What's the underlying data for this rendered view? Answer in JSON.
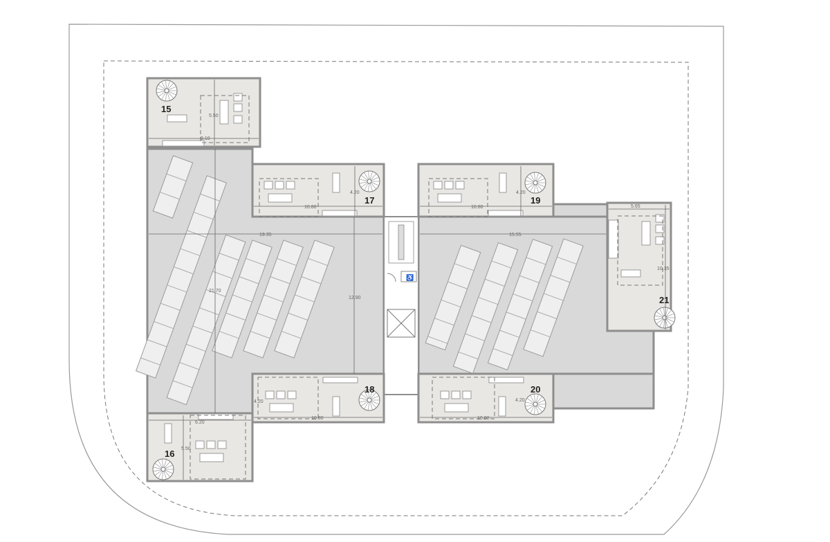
{
  "plan": {
    "units": [
      {
        "number": "15",
        "dims": [
          "5.50",
          "9.10"
        ]
      },
      {
        "number": "16",
        "dims": [
          "6.20",
          "5.50"
        ]
      },
      {
        "number": "17",
        "dims": [
          "4.20",
          "10.80"
        ]
      },
      {
        "number": "18",
        "dims": [
          "4.20",
          "10.80"
        ]
      },
      {
        "number": "19",
        "dims": [
          "4.20",
          "10.80"
        ]
      },
      {
        "number": "20",
        "dims": [
          "4.20",
          "10.80"
        ]
      },
      {
        "number": "21",
        "dims": [
          "5.65",
          "10.35"
        ]
      }
    ],
    "deck_dims": {
      "left_width": "19.35",
      "left_depth": "21.70",
      "left_inner": "12.90",
      "right_width": "15.55"
    }
  },
  "colors": {
    "unit": "#e9e7e3",
    "deck": "#d9d9d9",
    "wall": "#8e8e8e"
  }
}
